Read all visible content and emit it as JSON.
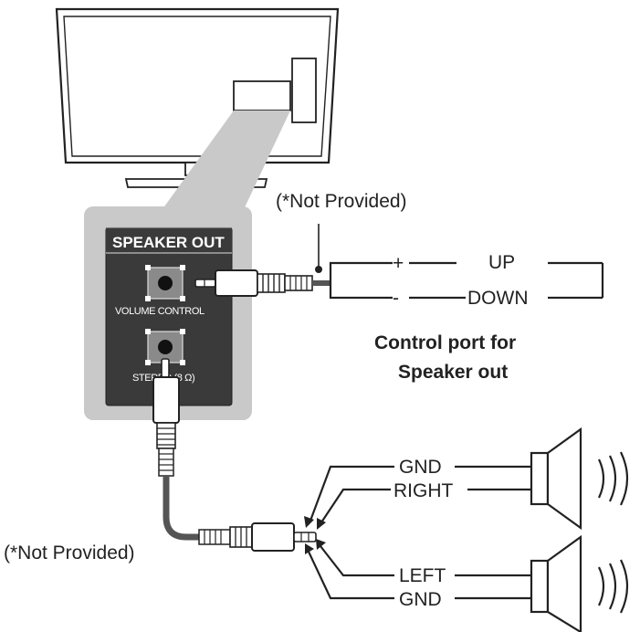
{
  "labels": {
    "not_provided_top": "(*Not Provided)",
    "not_provided_left": "(*Not Provided)",
    "panel_title": "SPEAKER OUT",
    "volume_control": "VOLUME CONTROL",
    "stereo": "STEREO (8 Ω)",
    "plus": "+",
    "minus": "-",
    "up": "UP",
    "down": "DOWN",
    "control_port_line1": "Control port for",
    "control_port_line2": "Speaker out",
    "gnd_top": "GND",
    "right": "RIGHT",
    "left": "LEFT",
    "gnd_bottom": "GND"
  },
  "icons": [
    "tv-icon",
    "speaker-icon",
    "sound-wave-icon",
    "audio-jack-icon"
  ]
}
